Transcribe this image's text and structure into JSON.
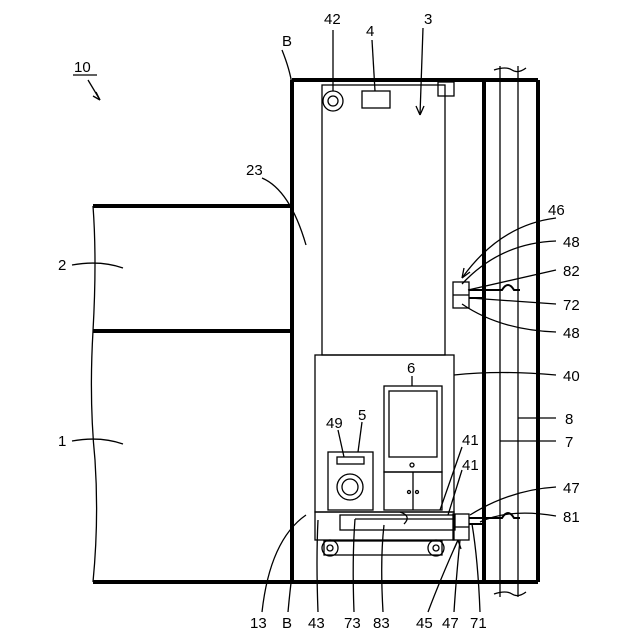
{
  "labels": {
    "l10": "10",
    "l42": "42",
    "l4": "4",
    "l3": "3",
    "lB_top": "B",
    "l23": "23",
    "l2": "2",
    "l1": "1",
    "l46": "46",
    "l48a": "48",
    "l82": "82",
    "l72": "72",
    "l48b": "48",
    "l6": "6",
    "l40": "40",
    "l49": "49",
    "l5": "5",
    "l8": "8",
    "l7": "7",
    "l41a": "41",
    "l41b": "41",
    "l47a": "47",
    "l81": "81",
    "l13": "13",
    "lB_bot": "B",
    "l43": "43",
    "l73": "73",
    "l83": "83",
    "l45": "45",
    "l47b": "47",
    "l71": "71"
  }
}
